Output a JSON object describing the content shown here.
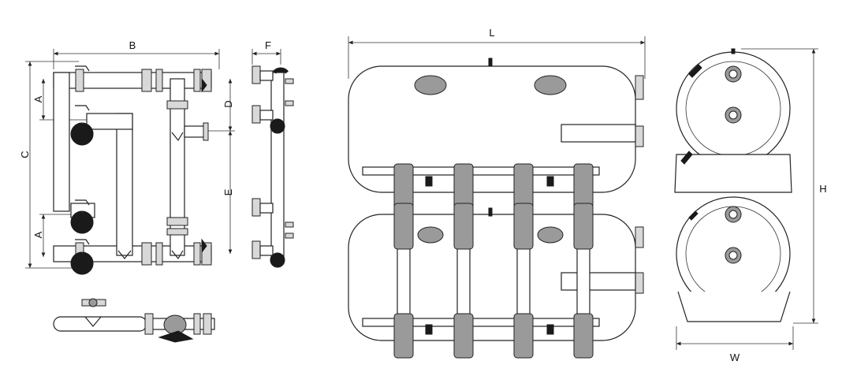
{
  "labels": {
    "A": "A",
    "B": "B",
    "C": "C",
    "D": "D",
    "E": "E",
    "F": "F",
    "L": "L",
    "H": "H",
    "W": "W"
  }
}
